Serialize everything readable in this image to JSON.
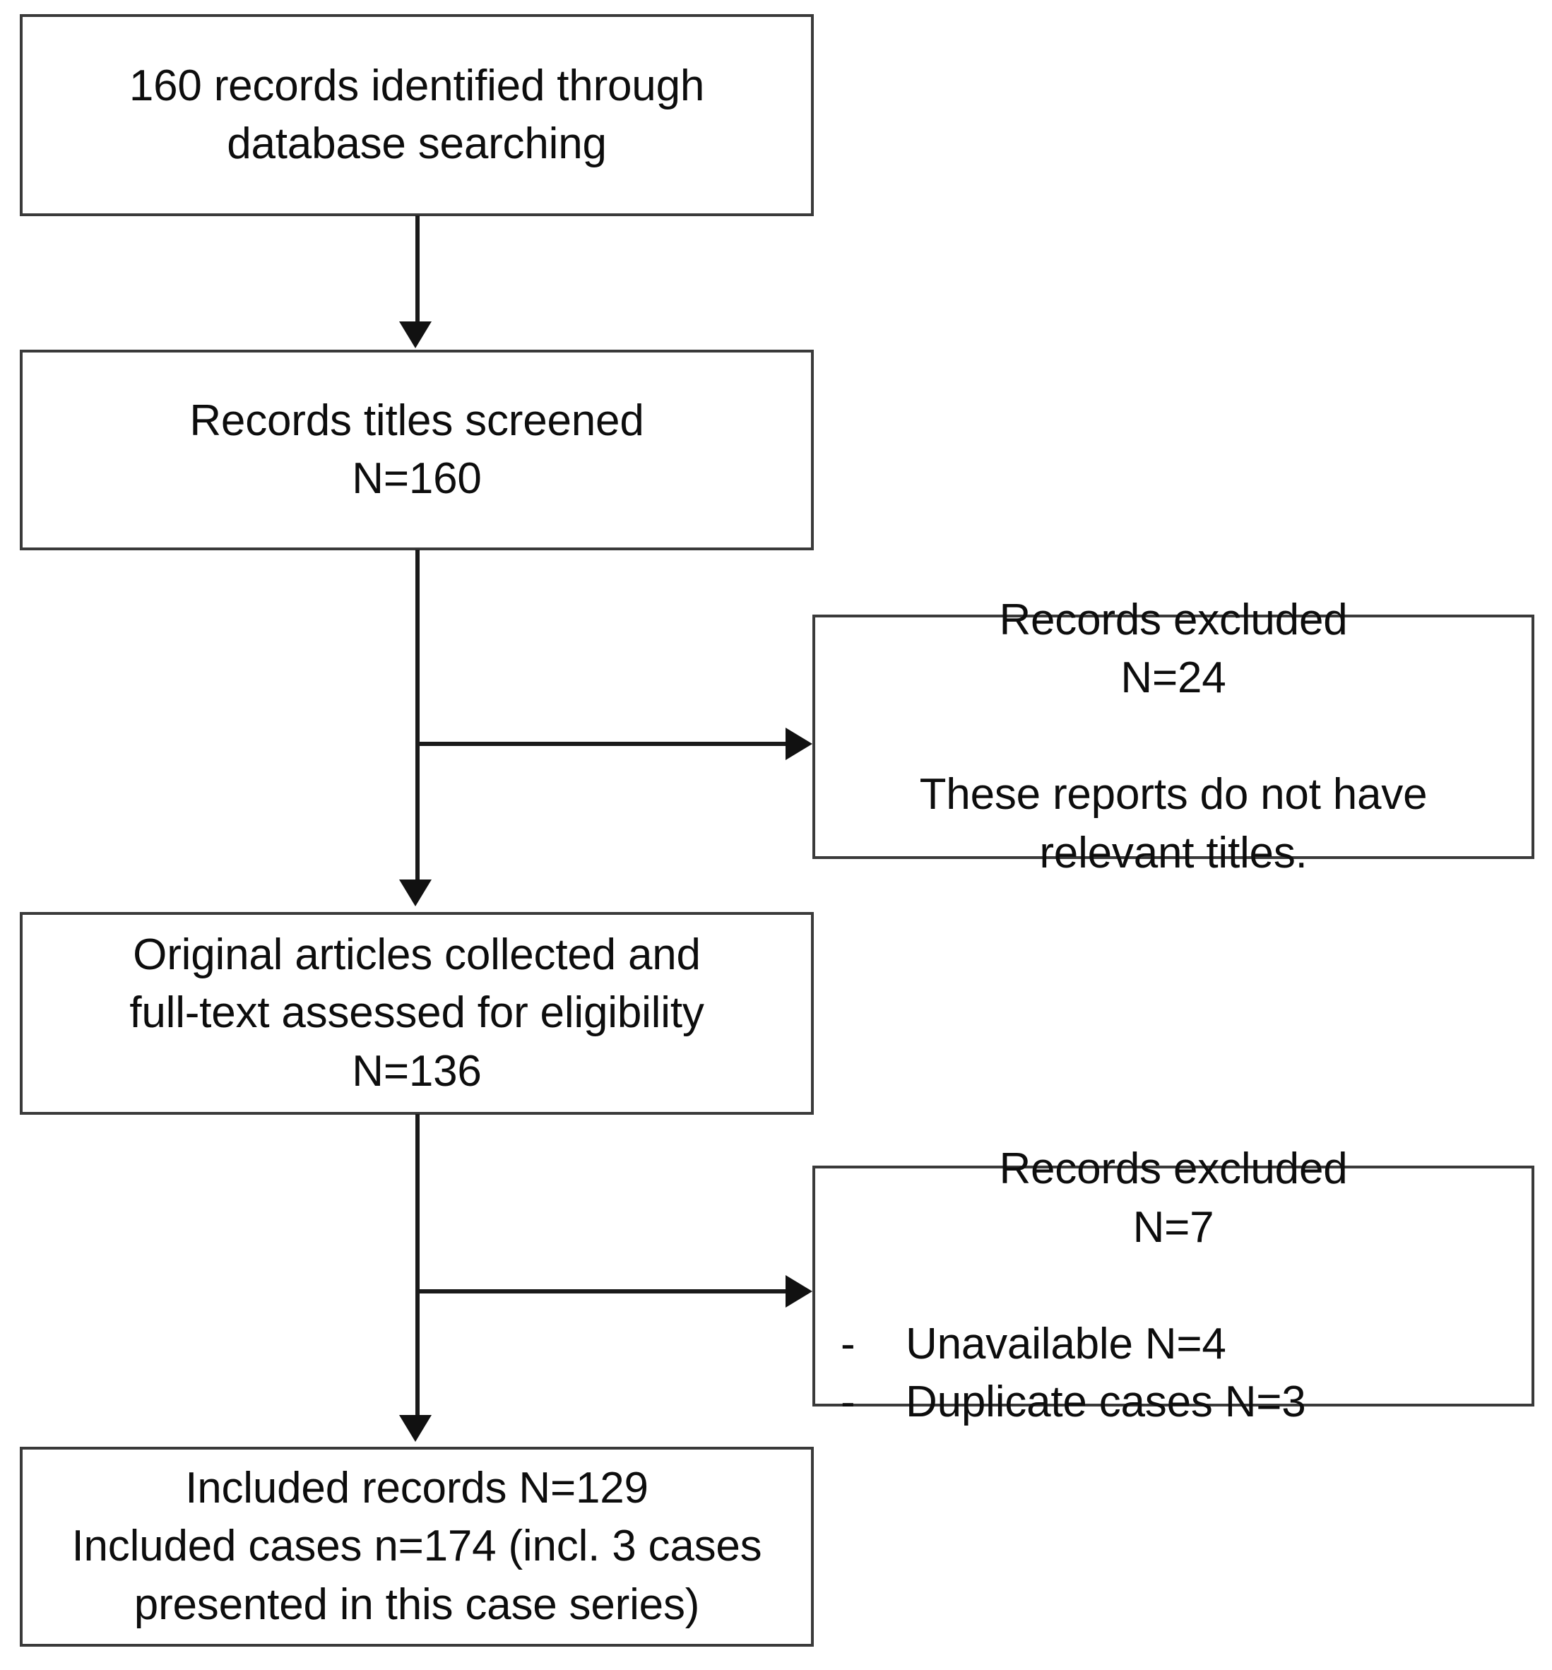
{
  "diagram": {
    "title": "PRISMA study selection flow diagram",
    "colors": {
      "box_border": "#3a3a3a",
      "connector": "#1a1a1a",
      "text": "#0d0d0d",
      "background": "#ffffff"
    },
    "nodes": {
      "identified": {
        "name": "records-identified",
        "lines": [
          "160 records identified through",
          "database searching"
        ]
      },
      "screened": {
        "name": "records-screened",
        "lines": [
          "Records titles screened",
          "N=160"
        ],
        "count": 160
      },
      "excluded_titles": {
        "name": "records-excluded-titles",
        "heading": "Records excluded",
        "count_label": "N=24",
        "count": 24,
        "reason": [
          "These reports do not have",
          "relevant titles."
        ]
      },
      "eligible": {
        "name": "articles-assessed-eligibility",
        "lines": [
          "Original articles collected and",
          "full-text assessed for eligibility",
          "N=136"
        ],
        "count": 136
      },
      "excluded_fulltext": {
        "name": "records-excluded-fulltext",
        "heading": "Records excluded",
        "count_label": "N=7",
        "count": 7,
        "reasons": [
          {
            "bullet": "-",
            "text": "Unavailable N=4",
            "count": 4
          },
          {
            "bullet": "-",
            "text": "Duplicate cases N=3",
            "count": 3
          }
        ]
      },
      "included": {
        "name": "included-records",
        "lines": [
          "Included records N=129",
          "Included cases n=174 (incl. 3 cases",
          "presented in this case series)"
        ],
        "records": 129,
        "cases": 174
      }
    },
    "connectors": [
      {
        "name": "identified-to-screened",
        "type": "arrow-down"
      },
      {
        "name": "screened-to-eligible",
        "type": "arrow-down"
      },
      {
        "name": "screened-to-excluded-titles",
        "type": "arrow-right"
      },
      {
        "name": "eligible-to-included",
        "type": "arrow-down"
      },
      {
        "name": "eligible-to-excluded-fulltext",
        "type": "arrow-right"
      }
    ]
  }
}
